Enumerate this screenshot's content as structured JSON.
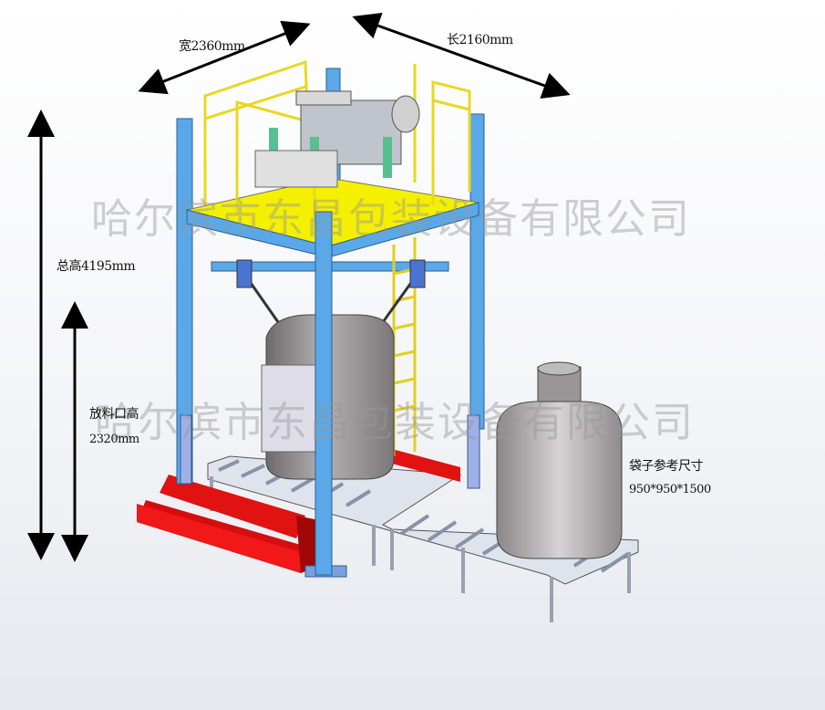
{
  "dimensions": {
    "width_label": "宽2360mm",
    "length_label": "长2160mm",
    "total_height_label": "总高4195mm",
    "discharge_height_title": "放料口高",
    "discharge_height_value": "2320mm",
    "bag_size_title": "袋子参考尺寸",
    "bag_size_value": "950*950*1500"
  },
  "watermark": [
    "哈尔滨市东昌包装设备有限公司",
    "哈尔滨市东昌包装设备有限公司"
  ],
  "colors": {
    "frame": "#5aa8e8",
    "platform": "#f5f000",
    "railing": "#e8d820",
    "bag": "#8e8a8c",
    "steps": "#e01010",
    "conveyor": "#d8dce6",
    "arrow": "#000000"
  }
}
